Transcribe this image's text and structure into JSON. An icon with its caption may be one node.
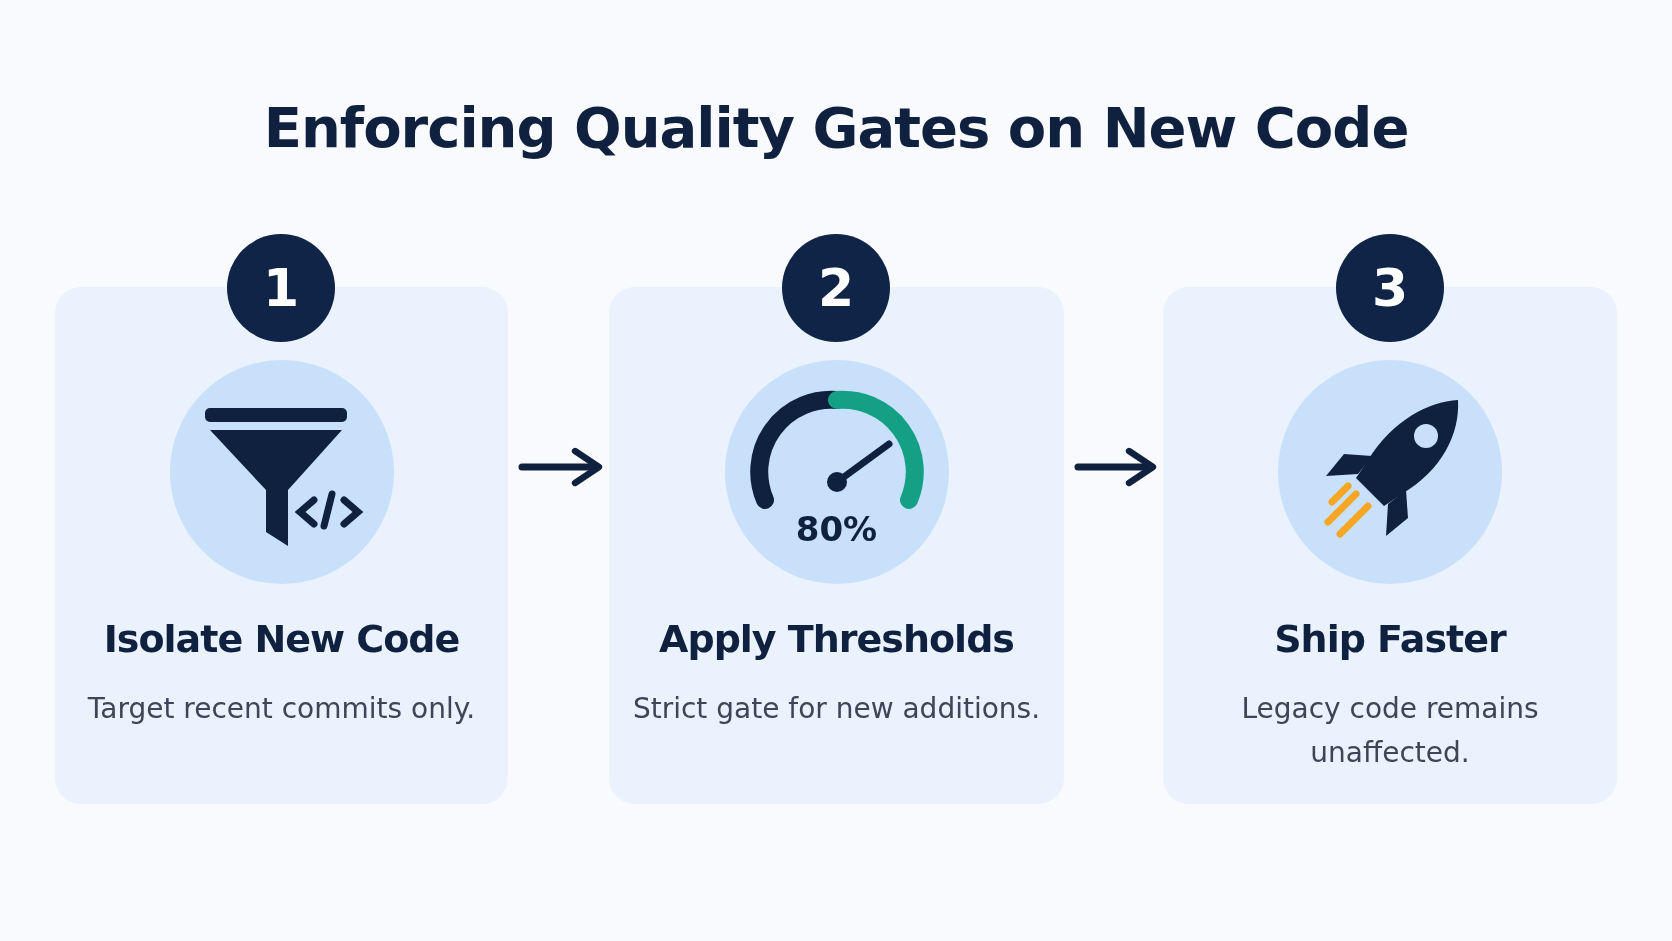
{
  "diagram": {
    "title": "Enforcing Quality Gates on New Code",
    "nodes": [
      {
        "text": [
          "1"
        ]
      },
      {
        "text": [
          "Isolate New Code",
          "Target recent commits only."
        ]
      },
      {
        "text": [
          "2"
        ]
      },
      {
        "text": [
          "Apply Thresholds",
          "Strict gate for new additions."
        ]
      },
      {
        "text": [
          "3"
        ]
      },
      {
        "text": [
          "Ship Faster",
          "Legacy code remains unaffected."
        ]
      }
    ],
    "edges": [
      {
        "from": 1,
        "to": 3,
        "arrow": "to"
      },
      {
        "from": 3,
        "to": 5,
        "arrow": "to"
      }
    ],
    "labels": [
      "80%"
    ]
  }
}
